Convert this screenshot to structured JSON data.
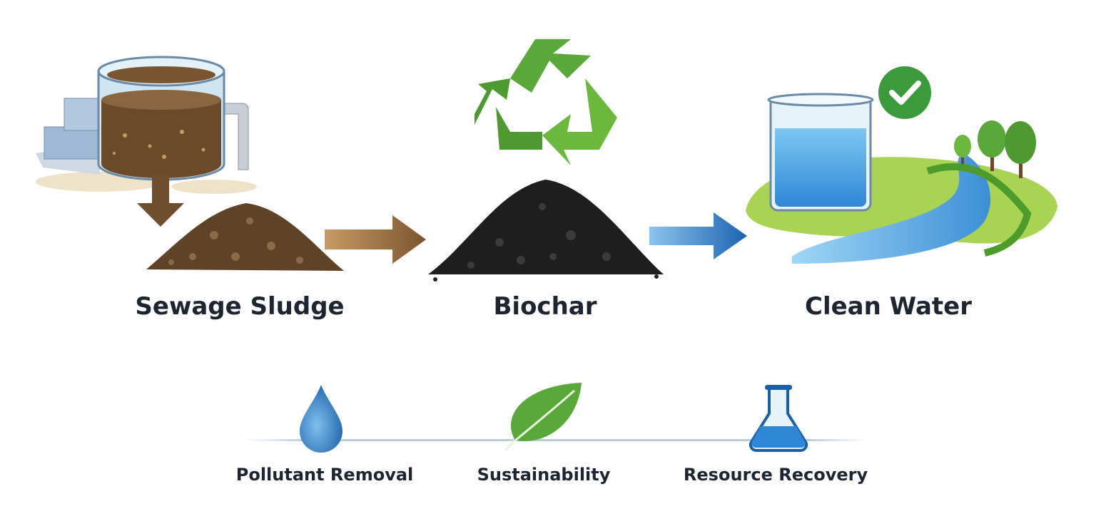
{
  "stages": [
    {
      "label": "Sewage Sludge",
      "icon": "sewage-tank-icon"
    },
    {
      "label": "Biochar",
      "icon": "biochar-pile-icon"
    },
    {
      "label": "Clean Water",
      "icon": "clean-water-beaker-icon"
    }
  ],
  "benefits": [
    {
      "label": "Pollutant Removal",
      "icon": "water-drop-icon"
    },
    {
      "label": "Sustainability",
      "icon": "leaf-icon"
    },
    {
      "label": "Resource Recovery",
      "icon": "flask-icon"
    }
  ],
  "colors": {
    "sludge_brown": "#6b4a2a",
    "biochar_black": "#1e1e1e",
    "recycle_green": "#5aa83a",
    "water_blue": "#2f86d6",
    "text": "#1c2530"
  }
}
